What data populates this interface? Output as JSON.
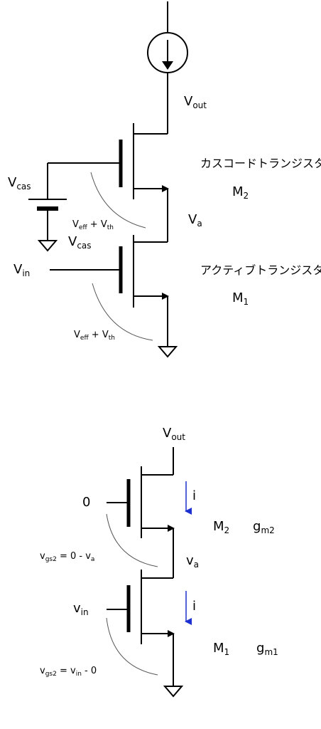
{
  "top": {
    "vout": {
      "main": "V",
      "sub": "out"
    },
    "vcas_left": {
      "main": "V",
      "sub": "cas"
    },
    "vcas_below": {
      "main": "V",
      "sub": "cas"
    },
    "vin": {
      "main": "V",
      "sub": "in"
    },
    "va": {
      "main": "V",
      "sub": "a"
    },
    "veff_upper": {
      "v1": "V",
      "s1": "eff",
      "plus": " + V",
      "s2": "th"
    },
    "veff_lower": {
      "v1": "V",
      "s1": "eff",
      "plus": " + V",
      "s2": "th"
    },
    "cascode_label": "カスコードトランジスタ",
    "active_label": "アクティブトランジスタ",
    "m2": {
      "main": "M",
      "sub": "2"
    },
    "m1": {
      "main": "M",
      "sub": "1"
    }
  },
  "bottom": {
    "vout": {
      "main": "V",
      "sub": "out"
    },
    "zero": "0",
    "vin": {
      "main": "v",
      "sub": "in"
    },
    "va": {
      "main": "v",
      "sub": "a"
    },
    "i_upper": "i",
    "i_lower": "i",
    "m2": {
      "main": "M",
      "sub": "2"
    },
    "m1": {
      "main": "M",
      "sub": "1"
    },
    "gm2": {
      "main": "g",
      "sub": "m2"
    },
    "gm1": {
      "main": "g",
      "sub": "m1"
    },
    "vgs2_upper": {
      "v": "v",
      "s": "gs2",
      "rest": " = 0 - v",
      "s2": "a"
    },
    "vgs2_lower": {
      "v": "v",
      "s": "gs2",
      "rest": " = v",
      "s2": "in",
      "tail": " - 0"
    }
  },
  "colors": {
    "wire": "#000000",
    "current_arrow": "#1c2fd0",
    "arc": "#555555"
  }
}
